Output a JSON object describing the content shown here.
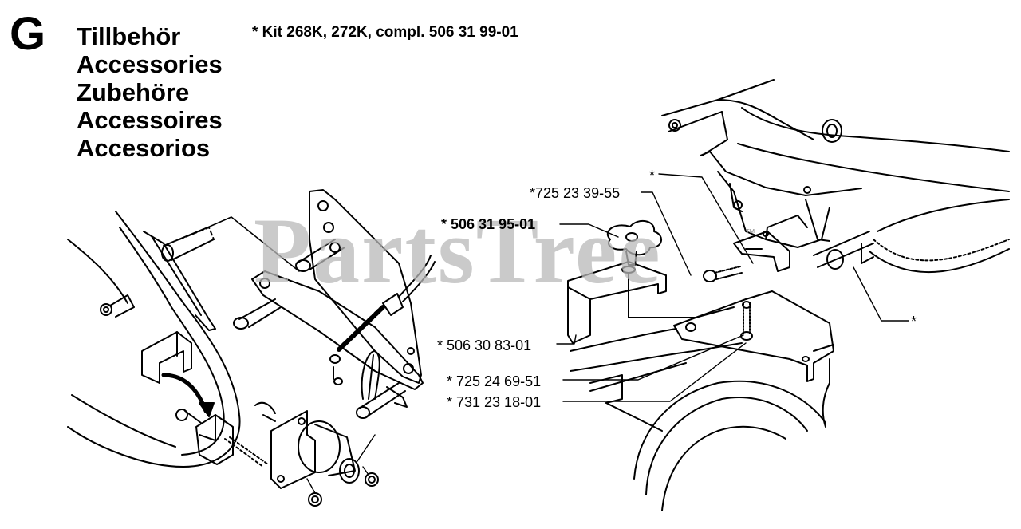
{
  "section": {
    "letter": "G"
  },
  "titles": [
    "Tillbehör",
    "Accessories",
    "Zubehöre",
    "Accessoires",
    "Accesorios"
  ],
  "kit_note": "* Kit 268K, 272K, compl. 506 31 99-01",
  "watermark": {
    "text": "PartsTree",
    "trademark": "™"
  },
  "callouts": [
    {
      "id": "star-top",
      "text": "*"
    },
    {
      "id": "p725-23-39-55",
      "text": "*725 23 39-55"
    },
    {
      "id": "p506-31-95-01",
      "text": "* 506 31 95-01"
    },
    {
      "id": "p506-30-83-01",
      "text": "* 506 30 83-01"
    },
    {
      "id": "p725-24-69-51",
      "text": "* 725 24 69-51"
    },
    {
      "id": "p731-23-18-01",
      "text": "* 731 23 18-01"
    },
    {
      "id": "star-right",
      "text": "*"
    }
  ]
}
